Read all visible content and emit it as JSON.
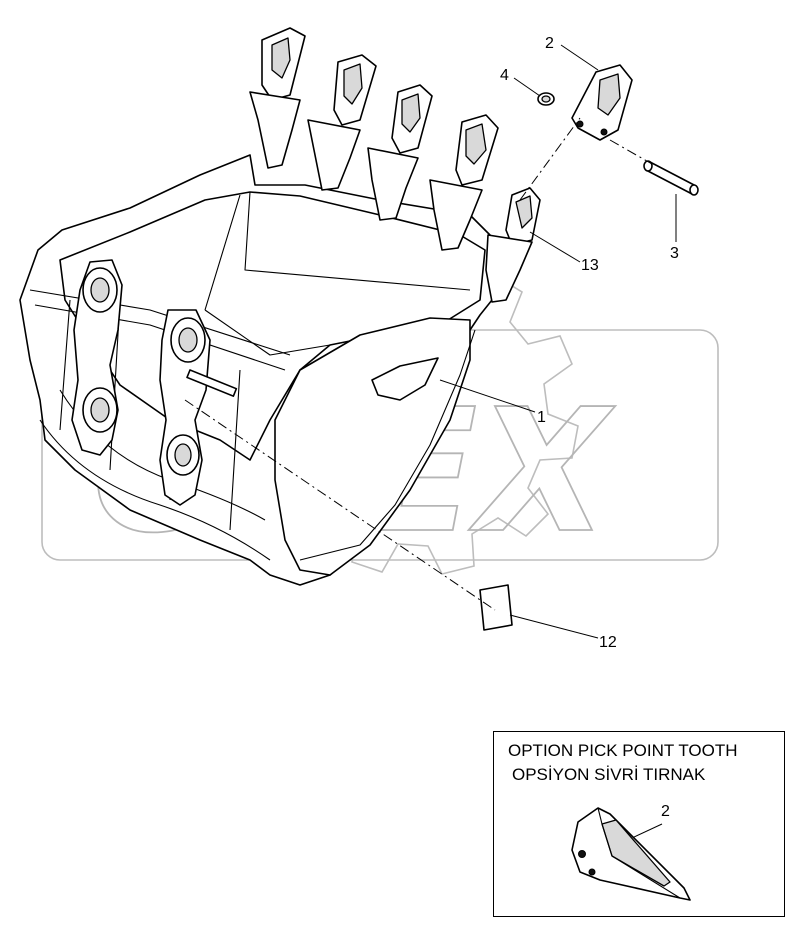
{
  "callouts": {
    "bucket": "1",
    "tooth": "2",
    "pin": "3",
    "retainer": "4",
    "wear_plate": "12",
    "adapter": "13"
  },
  "inset": {
    "title": "OPTION PICK POINT TOOTH",
    "subtitle": "OPSİYON SİVRİ TIRNAK",
    "callout": "2"
  },
  "watermark": {
    "text": "OPEX"
  }
}
